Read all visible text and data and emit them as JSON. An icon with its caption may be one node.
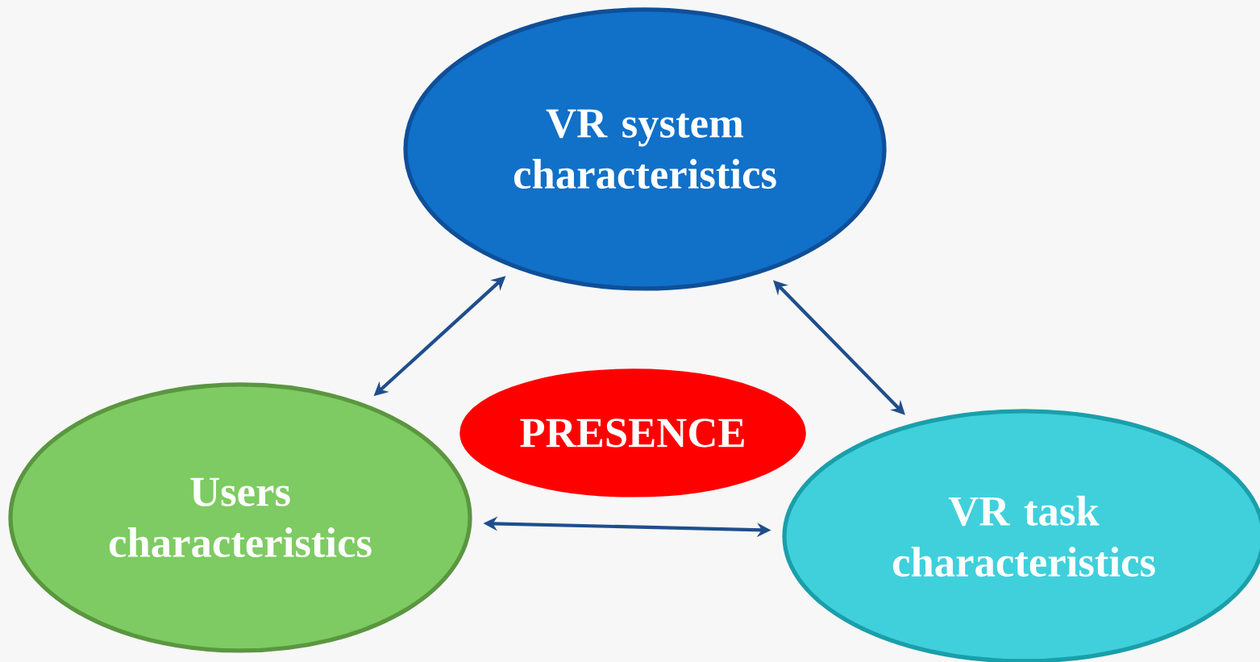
{
  "diagram": {
    "nodes": [
      {
        "text": [
          "VR system characteristics"
        ]
      },
      {
        "text": [
          "PRESENCE"
        ]
      },
      {
        "text": [
          "Users characteristics"
        ]
      },
      {
        "text": [
          "VR task characteristics"
        ]
      }
    ],
    "edges": [
      {
        "from": 2,
        "to": 0,
        "arrow": "both"
      },
      {
        "from": 0,
        "to": 3,
        "arrow": "both"
      },
      {
        "from": 2,
        "to": 3,
        "arrow": "both"
      }
    ]
  }
}
